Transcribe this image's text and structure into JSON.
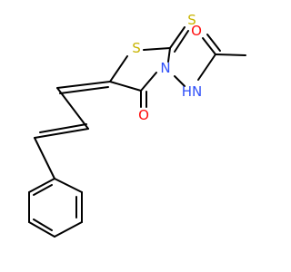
{
  "colors": {
    "carbon": "#000000",
    "oxygen": "#ff0d0d",
    "nitrogen": "#3050f8",
    "sulfur": "#c8b400",
    "background": "#ffffff"
  },
  "atoms": {
    "sulfur_thioxo": {
      "label": "S",
      "element": "sulfur"
    },
    "sulfur_ring": {
      "label": "S",
      "element": "sulfur"
    },
    "nitrogen_ring": {
      "label": "N",
      "element": "nitrogen"
    },
    "nitrogen_amide": {
      "label": "HN",
      "element": "nitrogen"
    },
    "oxygen_ring_carbonyl": {
      "label": "O",
      "element": "oxygen"
    },
    "oxygen_acetyl": {
      "label": "O",
      "element": "oxygen"
    }
  }
}
